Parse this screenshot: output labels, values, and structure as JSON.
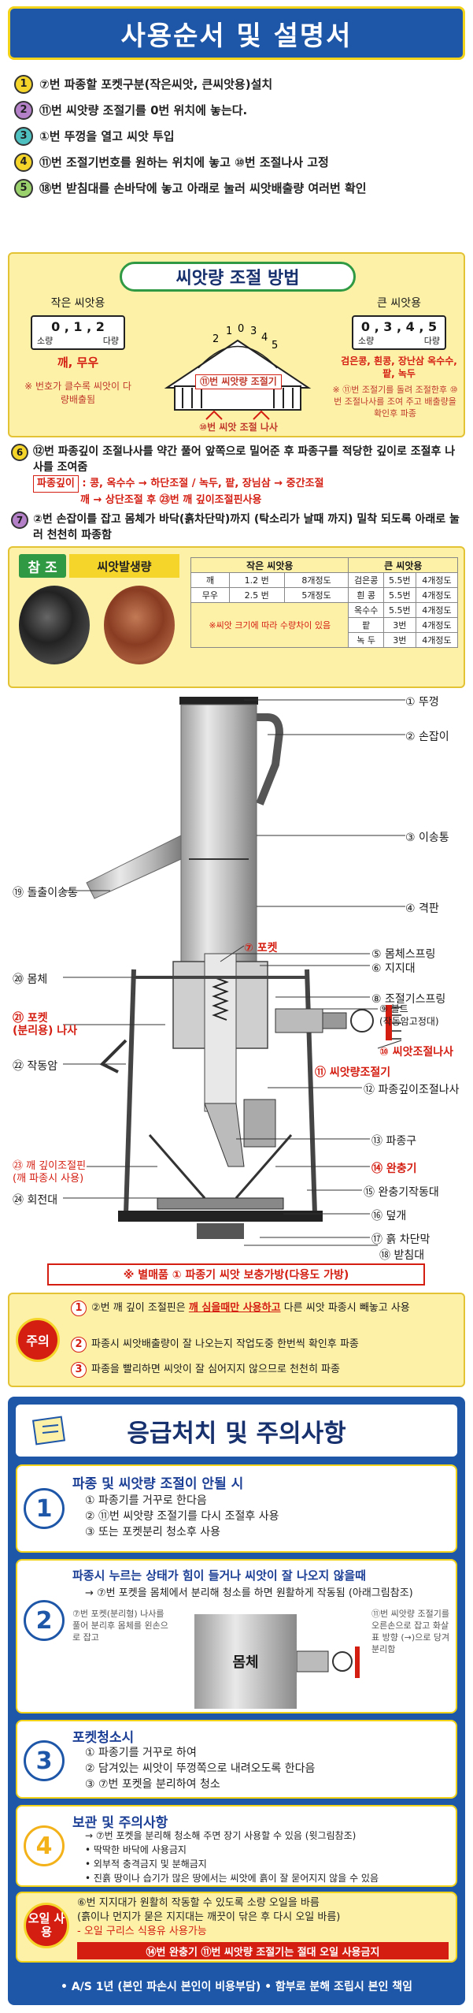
{
  "title": "사용순서 및 설명서",
  "steps": [
    {
      "num": "1",
      "text": "⑦번 파종할 포켓구분(작은씨앗, 큰씨앗용)설치"
    },
    {
      "num": "2",
      "text": "⑪번 씨앗량 조절기를 0번 위치에 놓는다."
    },
    {
      "num": "3",
      "text": "①번 뚜껑을 열고 씨앗 투입"
    },
    {
      "num": "4",
      "text": "⑪번 조절기번호를 원하는 위치에 놓고 ⑩번 조절나사 고정"
    },
    {
      "num": "5",
      "text": "⑱번 받침대를 손바닥에 놓고 아래로 눌러 씨앗배출량 여러번 확인"
    }
  ],
  "adjust": {
    "heading": "씨앗량 조절 방법",
    "small": {
      "label": "작은 씨앗용",
      "scale": "0 , 1 , 2",
      "few": "소량",
      "many": "다량",
      "seeds": "깨, 무우",
      "note": "※ 번호가 클수록 씨앗이 다량배출됨"
    },
    "large": {
      "label": "큰 씨앗용",
      "scale": "0 , 3 , 4 , 5",
      "few": "소량",
      "many": "다량",
      "seeds": "검은콩, 흰콩, 장난삼 옥수수, 팥, 녹두",
      "note": "※ ⑪번 조절기를 돌려 조절한후 ⑩번 조절나사를 조여 주고 배출량을 확인후 파종"
    },
    "dial_label": "⑪번 씨앗량 조절기",
    "screw_label": "⑩번 씨앗 조절 나사"
  },
  "ins6": "⑫번 파종깊이 조절나사를 약간 풀어 앞쪽으로 밀어준 후 파종구를 적당한 깊이로 조절후 나사를 조여줌",
  "depth_badge": "파종깊이",
  "depth_line1": ": 콩, 옥수수 → 하단조절 / 녹두, 팥, 장님삼 → 중간조절",
  "depth_line2": "깨 → 상단조절 후 ㉓번 깨 깊이조절핀사용",
  "ins7": "②번 손잡이를 잡고 몸체가 바닥(흙차단막)까지 (탁소리가 날때 까지) 밀착 되도록 아래로 눌러 천천히 파종함",
  "ref": {
    "tag": "참 조",
    "subtag": "씨앗발생량",
    "small_head": "작은 씨앗용",
    "large_head": "큰 씨앗용",
    "rows": [
      [
        "깨",
        "1.2 번",
        "8개정도",
        "검은콩",
        "5.5번",
        "4개정도"
      ],
      [
        "무우",
        "2.5 번",
        "5개정도",
        "흰 콩",
        "5.5번",
        "4개정도"
      ],
      [
        "",
        "",
        "",
        "옥수수",
        "5.5번",
        "4개정도"
      ],
      [
        "",
        "",
        "",
        "팥",
        "3번",
        "4개정도"
      ],
      [
        "",
        "",
        "",
        "녹 두",
        "3번",
        "4개정도"
      ]
    ],
    "size_note": "※씨앗 크기에 따라 수량차이 있음"
  },
  "parts": {
    "p1": "① 뚜껑",
    "p2": "② 손잡이",
    "p3": "③ 이송통",
    "p4": "④ 격판",
    "p5": "⑤ 몸체스프링",
    "p6": "⑥ 지지대",
    "p7": "⑦ 포켓",
    "p8": "⑧ 조절기스프링",
    "p9": "⑨ 볼트",
    "p9b": "(작동암고정대)",
    "p10": "⑩ 씨앗조절나사",
    "p11": "⑪ 씨앗량조절기",
    "p12": "⑫ 파종깊이조절나사",
    "p13": "⑬ 파종구",
    "p14": "⑭ 완충기",
    "p15": "⑮ 완충기작동대",
    "p16": "⑯ 덮개",
    "p17": "⑰ 흙 차단막",
    "p18": "⑱ 받침대",
    "p19": "⑲ 돌출이송통",
    "p20": "⑳ 몸체",
    "p21": "㉑ 포켓",
    "p21b": "(분리용) 나사",
    "p22": "㉒ 작동암",
    "p23": "㉓ 깨 깊이조절핀",
    "p23b": "(깨 파종시 사용)",
    "p24": "㉔ 회전대"
  },
  "extra": "※ 별매품   ① 파종기 씨앗 보충가방(다용도 가방)",
  "caution": {
    "tag": "주의",
    "line1_pre": "②번 깨 깊이 조절핀은",
    "line1_hl": "깨 심을때만 사용하고",
    "line1_post": "다른 씨앗 파종시 빼놓고 사용",
    "line2": "파종시 씨앗배출량이 잘 나오는지 작업도중 한번씩 확인후 파종",
    "line3": "파종을 빨리하면 씨앗이 잘 심어지지 않으므로 천천히 파종"
  },
  "emergency": {
    "heading": "응급처치 및 주의사항",
    "c1_title": "파종 및 씨앗량 조절이 안될 시",
    "c1_l1": "① 파종기를 거꾸로 한다음",
    "c1_l2": "② ⑪번 씨앗량 조절기를 다시 조절후 사용",
    "c1_l3": "③ 또는 포켓분리 청소후 사용",
    "c2_title": "파종시 누르는 상태가 힘이 들거나 씨앗이 잘 나오지 않을때",
    "c2_l1": "→ ⑦번 포켓을 몸체에서 분리해 청소를 하면 원활하게 작동됨 (아래그림참조)",
    "c2_left": "⑦번 포켓(분리형) 나사를 풀어 분리후 몸체를 왼손으로 잡고",
    "c2_body": "몸체",
    "c2_right": "⑪번 씨앗량 조절기를 오른손으로 잡고 화살표 방향 (→)으로 당겨 분리함",
    "c3_title": "포켓청소시",
    "c3_l1": "① 파종기를 거꾸로 하여",
    "c3_l2": "② 담겨있는 씨앗이 뚜껑쪽으로 내려오도록 한다음",
    "c3_l3": "③ ⑦번 포켓을 분리하여 청소",
    "c4_title": "보관 및 주의사항",
    "c4_l1": "→ ⑦번 포켓을 분리해 청소해 주면 장기 사용할 수 있음 (윗그림참조)",
    "c4_l2": "• 딱딱한 바닥에 사용금지",
    "c4_l3": "• 외부적 충격금지 및 분해금지",
    "c4_l4": "• 진흙 땅이나 습기가 많은 땅에서는 씨앗에 흙이 잘 묻어지지 않을 수 있음",
    "oil_tag": "오일 사용",
    "oil_l1": "⑥번 지지대가 원활히 작동할 수 있도록 소량 오일을 바름",
    "oil_l2": "(흙이나 먼지가 묻은 지지대는 깨끗이 닦은 후 다시 오일 바름)",
    "oil_l3": "- 오일 구리스 식용유 사용가능",
    "oil_warn": "⑭번 완충기 ⑪번 씨앗량 조절기는 절대 오일 사용금지",
    "footer": "• A/S 1년 (본인 파손시 본인이 비용부담) • 함부로 분해 조립시 본인 책임"
  }
}
